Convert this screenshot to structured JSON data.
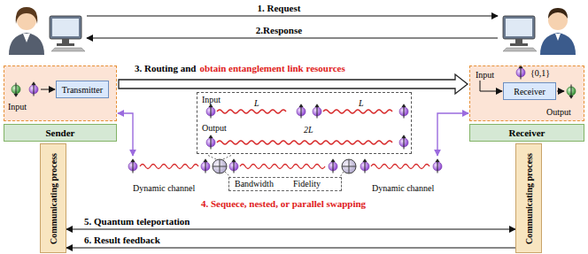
{
  "diagram": {
    "nodes": [
      {
        "text": [
          "Input"
        ]
      },
      {
        "text": [
          "Transmitter"
        ],
        "in": 0
      },
      {
        "text": [
          "Input",
          "L",
          "L",
          "Output",
          "2L"
        ]
      },
      {
        "text": [
          "Input",
          "{0,1}",
          "Output"
        ]
      },
      {
        "text": [
          "Receiver"
        ],
        "in": 3
      },
      {
        "text": [
          "Sender"
        ]
      },
      {
        "text": [
          "Receiver"
        ]
      },
      {
        "text": [
          "Bandwidth",
          "Fidelity"
        ]
      },
      {
        "text": [
          "Communicating process"
        ]
      },
      {
        "text": [
          "Communicating process"
        ]
      }
    ],
    "edges": [
      {
        "from": 0,
        "to": 3,
        "arrow": "to"
      },
      {
        "from": 8,
        "to": 9,
        "arrow": "both",
        "label": "5. Quantum teleportation"
      },
      {
        "from": 9,
        "to": 8,
        "arrow": "to",
        "label": "6. Result feedback"
      }
    ],
    "labels": [
      "1. Request",
      "2.Response",
      "3. Routing and",
      "obtain entanglement link resources",
      "Dynamic channel",
      "Dynamic channel",
      "4. Sequece, nested, or parallel swapping"
    ]
  }
}
